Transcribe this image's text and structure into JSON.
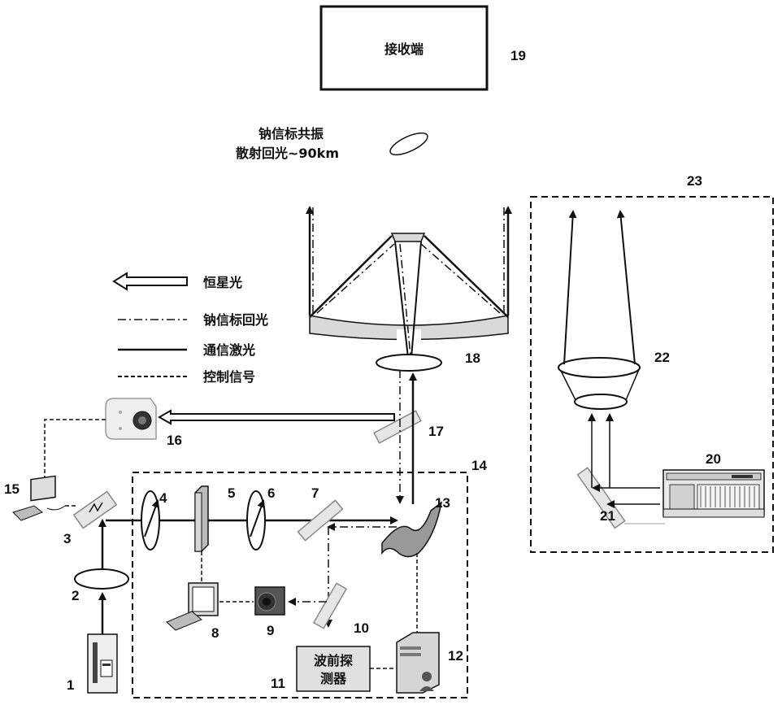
{
  "receiver": {
    "label": "接收端",
    "number": "19"
  },
  "echo_text": {
    "line1": "钠信标共振",
    "line2": "散射回光~90km"
  },
  "legend": {
    "star_light": "恒星光",
    "sodium_echo": "钠信标回光",
    "comm_laser": "通信激光",
    "control_signal": "控制信号"
  },
  "wavefront_sensor": {
    "line1": "波前探",
    "line2": "测器"
  },
  "numbers": {
    "n1": "1",
    "n2": "2",
    "n3": "3",
    "n4": "4",
    "n5": "5",
    "n6": "6",
    "n7": "7",
    "n8": "8",
    "n9": "9",
    "n10": "10",
    "n11": "11",
    "n12": "12",
    "n13": "13",
    "n14": "14",
    "n15": "15",
    "n16": "16",
    "n17": "17",
    "n18": "18",
    "n20": "20",
    "n21": "21",
    "n22": "22",
    "n23": "23"
  },
  "colors": {
    "line": "#111111",
    "component_fill": "#d9d9d9",
    "background": "#ffffff"
  }
}
